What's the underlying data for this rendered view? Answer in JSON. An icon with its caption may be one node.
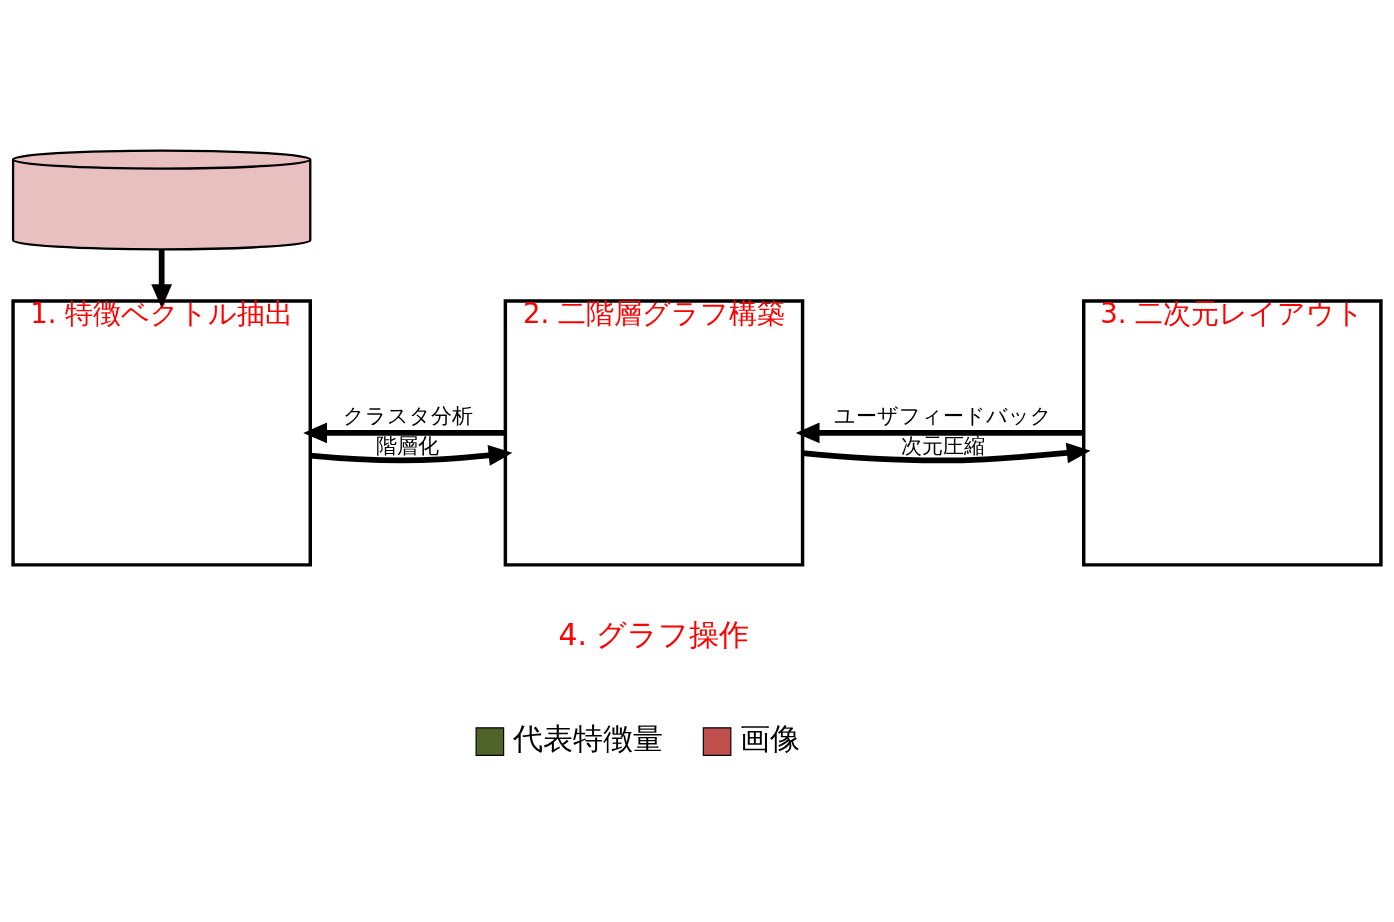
{
  "diagram": {
    "nodes": [
      {
        "text": [],
        "shape": "cylinder"
      },
      {
        "text": [
          "1. 特徴ベクトル抽出"
        ]
      },
      {
        "text": [
          "2. 二階層グラフ構築"
        ]
      },
      {
        "text": [
          "3. 二次元レイアウト"
        ]
      }
    ],
    "edges": [
      {
        "from": 0,
        "to": 1,
        "arrow": "to"
      },
      {
        "from": 1,
        "to": 2,
        "arrow": "to",
        "label": "階層化"
      },
      {
        "from": 2,
        "to": 3,
        "arrow": "to",
        "label": "次元圧縮"
      },
      {
        "from": 2,
        "to": 1,
        "arrow": "to",
        "label": "クラスタ分析"
      },
      {
        "from": 3,
        "to": 2,
        "arrow": "to",
        "label": "ユーザフィードバック"
      }
    ],
    "labels": [
      "4. グラフ操作"
    ],
    "legend": [
      {
        "text": "代表特徴量"
      },
      {
        "text": "画像",
        "color": "#c0504d"
      }
    ]
  }
}
